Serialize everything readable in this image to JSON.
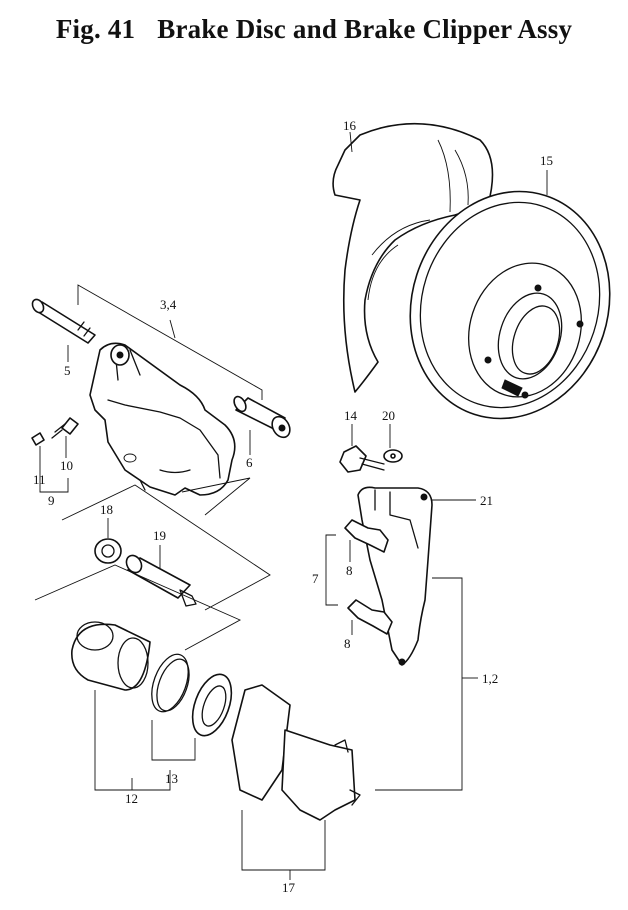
{
  "title": {
    "number": "Fig. 41",
    "text": "Brake Disc and Brake Clipper Assy"
  },
  "callouts": [
    {
      "id": "c16",
      "text": "16"
    },
    {
      "id": "c15",
      "text": "15"
    },
    {
      "id": "c34",
      "text": "3,4"
    },
    {
      "id": "c5",
      "text": "5"
    },
    {
      "id": "c6",
      "text": "6"
    },
    {
      "id": "c14",
      "text": "14"
    },
    {
      "id": "c20",
      "text": "20"
    },
    {
      "id": "c11",
      "text": "11"
    },
    {
      "id": "c10",
      "text": "10"
    },
    {
      "id": "c9",
      "text": "9"
    },
    {
      "id": "c21",
      "text": "21"
    },
    {
      "id": "c18",
      "text": "18"
    },
    {
      "id": "c19",
      "text": "19"
    },
    {
      "id": "c7",
      "text": "7"
    },
    {
      "id": "c8a",
      "text": "8"
    },
    {
      "id": "c8b",
      "text": "8"
    },
    {
      "id": "c12",
      "text": "1,2"
    },
    {
      "id": "c13",
      "text": "13"
    },
    {
      "id": "c12b",
      "text": "12"
    },
    {
      "id": "c17",
      "text": "17"
    }
  ],
  "colors": {
    "ink": "#111111",
    "paper": "#ffffff"
  }
}
